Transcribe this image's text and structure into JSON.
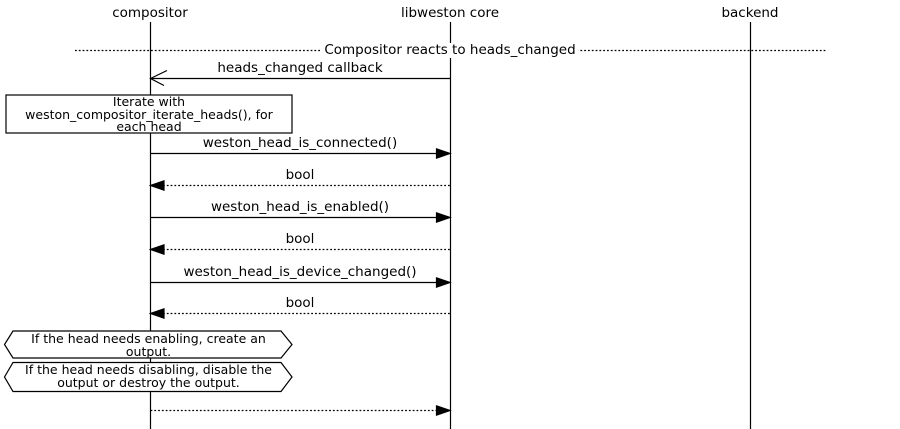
{
  "diagram": {
    "participants": [
      {
        "label": "compositor"
      },
      {
        "label": "libweston core"
      },
      {
        "label": "backend"
      }
    ],
    "divider": {
      "label": "Compositor reacts to heads_changed"
    },
    "messages": [
      {
        "label": "heads_changed callback",
        "from": "libweston core",
        "to": "compositor",
        "line": "solid",
        "arrowhead": "open"
      },
      {
        "label": "weston_head_is_connected()",
        "from": "compositor",
        "to": "libweston core",
        "line": "solid",
        "arrowhead": "filled"
      },
      {
        "label": "bool",
        "from": "libweston core",
        "to": "compositor",
        "line": "dotted",
        "arrowhead": "filled"
      },
      {
        "label": "weston_head_is_enabled()",
        "from": "compositor",
        "to": "libweston core",
        "line": "solid",
        "arrowhead": "filled"
      },
      {
        "label": "bool",
        "from": "libweston core",
        "to": "compositor",
        "line": "dotted",
        "arrowhead": "filled"
      },
      {
        "label": "weston_head_is_device_changed()",
        "from": "compositor",
        "to": "libweston core",
        "line": "solid",
        "arrowhead": "filled"
      },
      {
        "label": "bool",
        "from": "libweston core",
        "to": "compositor",
        "line": "dotted",
        "arrowhead": "filled"
      },
      {
        "label": "",
        "from": "compositor",
        "to": "libweston core",
        "line": "dotted",
        "arrowhead": "filled"
      }
    ],
    "notes": [
      {
        "shape": "rect",
        "lines": [
          "Iterate with",
          "weston_compositor_iterate_heads(), for",
          "each head"
        ]
      },
      {
        "shape": "hexagon",
        "lines": [
          "If the head needs enabling, create an",
          "output."
        ]
      },
      {
        "shape": "hexagon",
        "lines": [
          "If the head needs disabling, disable the",
          "output or destroy the output."
        ]
      }
    ],
    "colors": {
      "line": "#000000",
      "background": "#ffffff"
    }
  }
}
